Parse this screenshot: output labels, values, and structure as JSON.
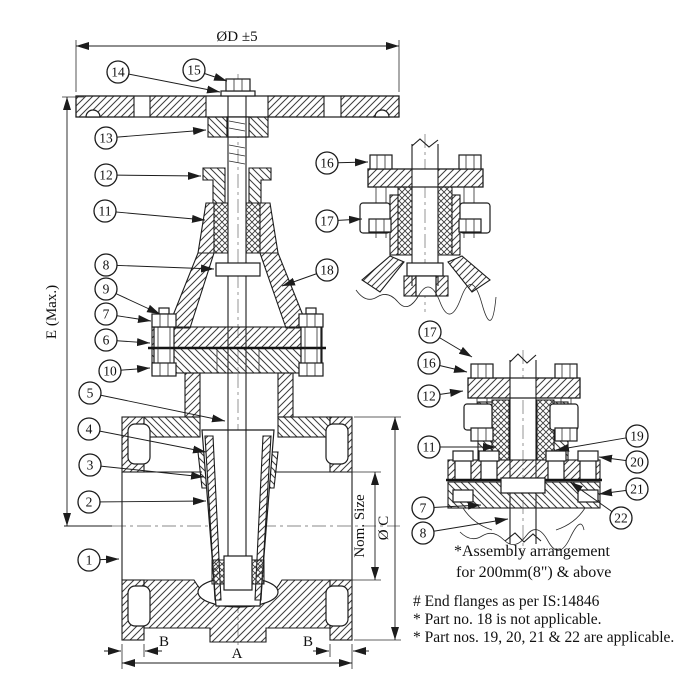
{
  "dims": {
    "d": "ØD ±5",
    "e": "E (Max.)",
    "nom": "Nom. Size",
    "c": "Ø C",
    "a": "A",
    "b_left": "B",
    "b_right": "B"
  },
  "callouts": {
    "1": "1",
    "2": "2",
    "3": "3",
    "4": "4",
    "5": "5",
    "6": "6",
    "7": "7",
    "8": "8",
    "9": "9",
    "10": "10",
    "11": "11",
    "12": "12",
    "13": "13",
    "14": "14",
    "15": "15",
    "16": "16",
    "17": "17",
    "18": "18",
    "19": "19",
    "20": "20",
    "21": "21",
    "22": "22"
  },
  "detail_caption": {
    "line1": "*Assembly arrangement",
    "line2": "for 200mm(8\") & above"
  },
  "footnotes": [
    "# End flanges as per IS:14846",
    "* Part no. 18 is not applicable.",
    "* Part nos. 19, 20, 21 & 22 are applicable."
  ]
}
